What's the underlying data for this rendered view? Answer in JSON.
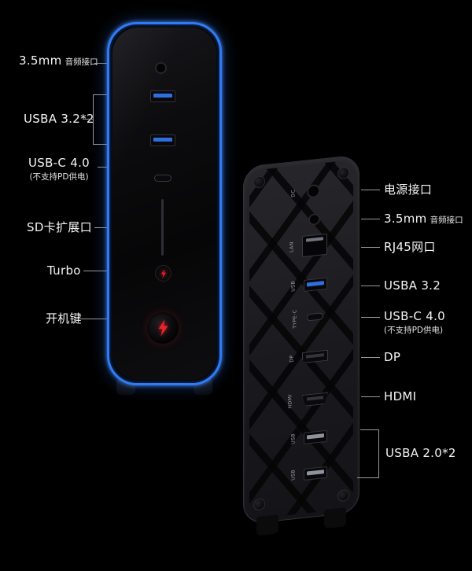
{
  "front": {
    "audio_label": "3.5mm",
    "audio_sub": "音频接口",
    "usba_label": "USBA 3.2*2",
    "usbc_label": "USB-C 4.0",
    "usbc_sub": "(不支持PD供电)",
    "sd_label": "SD卡扩展口",
    "turbo_label": "Turbo",
    "power_label": "开机键"
  },
  "rear": {
    "power_label": "电源接口",
    "audio_label": "3.5mm",
    "audio_sub": "音频接口",
    "rj45_label": "RJ45网口",
    "usba32_label": "USBA 3.2",
    "usbc_label": "USB-C 4.0",
    "usbc_sub": "(不支持PD供电)",
    "dp_label": "DP",
    "hdmi_label": "HDMI",
    "usba20_label": "USBA 2.0*2",
    "marks": {
      "dc": "DC",
      "lan": "LAN",
      "usb32": "USB",
      "typec": "TYPE-C",
      "dp": "DP",
      "hdmi": "HDMI",
      "usb20a": "USB",
      "usb20b": "USB"
    }
  },
  "colors": {
    "accent_blue": "#2f7bf7",
    "accent_red": "#e31e26",
    "usb_blue": "#2e6fe0",
    "background": "#000000"
  }
}
